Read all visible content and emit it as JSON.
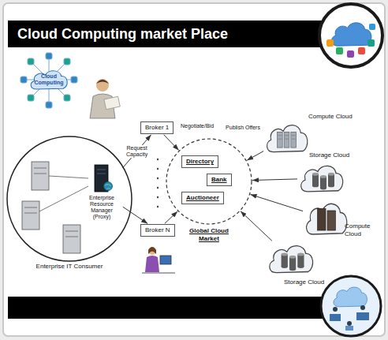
{
  "diagram": {
    "title": "Cloud Computing market Place",
    "nodes": [
      {
        "text": [
          "Cloud Computing"
        ]
      },
      {
        "text": [
          "Enterprise IT Consumer"
        ]
      },
      {
        "text": [
          "Enterprise Resource Manager (Proxy)"
        ],
        "in": 1
      },
      {
        "text": [
          "Broker 1"
        ]
      },
      {
        "text": [
          "Broker N"
        ]
      },
      {
        "text": [
          "Global Cloud Market"
        ]
      },
      {
        "text": [
          "Directory"
        ],
        "in": 5
      },
      {
        "text": [
          "Bank"
        ],
        "in": 5
      },
      {
        "text": [
          "Auctioneer"
        ],
        "in": 5
      },
      {
        "text": [
          "Compute Cloud"
        ]
      },
      {
        "text": [
          "Storage Cloud"
        ]
      },
      {
        "text": [
          "Compute Cloud"
        ]
      },
      {
        "text": [
          "Storage Cloud"
        ]
      }
    ],
    "edges": [
      {
        "from": 2,
        "to": 3,
        "label": "Request Capacity",
        "arrow": "to"
      },
      {
        "from": 2,
        "to": 4,
        "arrow": "to"
      },
      {
        "from": 3,
        "to": 5,
        "label": "Negotiate/Bid",
        "arrow": "to"
      },
      {
        "from": 4,
        "to": 5,
        "arrow": "to"
      },
      {
        "from": 9,
        "to": 5,
        "label": "Publish Offers",
        "arrow": "to"
      },
      {
        "from": 10,
        "to": 5,
        "arrow": "to"
      },
      {
        "from": 11,
        "to": 5,
        "arrow": "to"
      },
      {
        "from": 12,
        "to": 5,
        "arrow": "to"
      }
    ]
  }
}
